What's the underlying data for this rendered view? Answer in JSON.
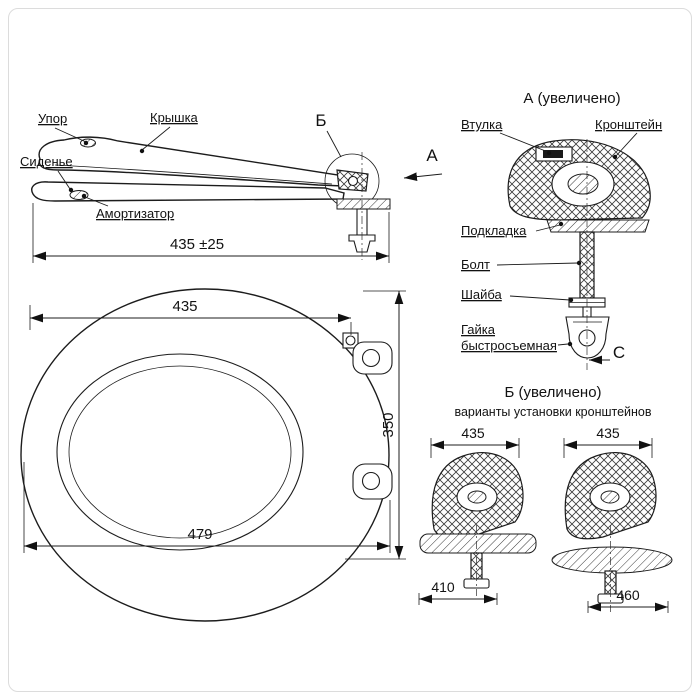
{
  "side_view": {
    "label_upor": "Упор",
    "label_kryshka": "Крышка",
    "label_sidenye": "Сиденье",
    "label_amortizator": "Амортизатор",
    "marker_b": "Б",
    "marker_a": "А",
    "dim_length": "435 ±25"
  },
  "detail_a": {
    "title": "А (увеличено)",
    "label_vtulka": "Втулка",
    "label_kronshtein": "Кронштейн",
    "label_podkladka": "Подкладка",
    "label_bolt": "Болт",
    "label_shayba": "Шайба",
    "label_gayka_1": "Гайка",
    "label_gayka_2": "быстросъемная",
    "marker_c": "С"
  },
  "top_view": {
    "dim_top": "435",
    "dim_height": "350",
    "dim_bottom": "479"
  },
  "detail_b": {
    "title": "Б (увеличено)",
    "subtitle": "варианты установки кронштейнов",
    "left": {
      "dim_top": "435",
      "dim_bottom": "410"
    },
    "right": {
      "dim_top": "435",
      "dim_bottom": "460"
    }
  }
}
